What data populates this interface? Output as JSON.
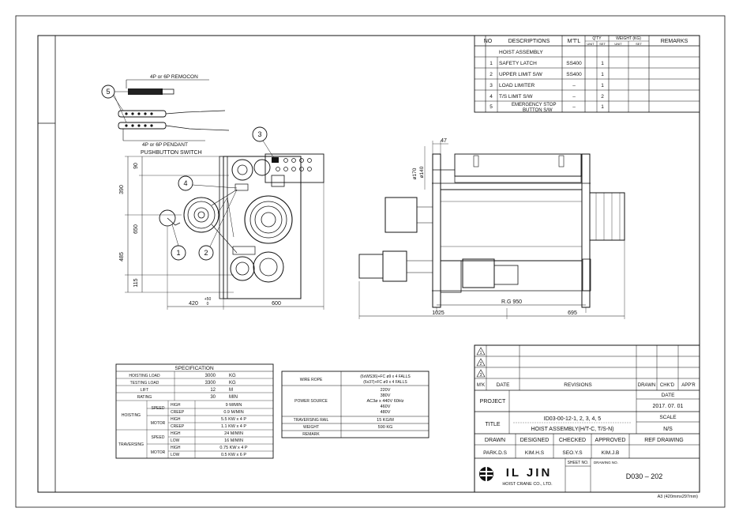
{
  "parts_table": {
    "headers": {
      "no": "NO",
      "descriptions": "DESCRIPTIONS",
      "mtl": "M'T'L",
      "qty": "Q'TY",
      "qty_unit": "UNIT",
      "qty_set": "SET",
      "weight": "WEIGHT (KG)",
      "weight_unit": "UNIT",
      "weight_set": "SET",
      "remarks": "REMARKS"
    },
    "assembly_label": "HOIST ASSEMBLY",
    "rows": [
      {
        "no": "1",
        "desc": "SAFETY LATCH",
        "mtl": "SS400",
        "set": "1"
      },
      {
        "no": "2",
        "desc": "UPPER LIMIT S/W",
        "mtl": "SS400",
        "set": "1"
      },
      {
        "no": "3",
        "desc": "LOAD LIMITER",
        "mtl": "–",
        "set": "1"
      },
      {
        "no": "4",
        "desc": "T/S LIMIT S/W",
        "mtl": "–",
        "set": "2"
      },
      {
        "no": "5",
        "desc": "EMERGENCY STOP",
        "desc2": "BUTTON S/W",
        "mtl": "–",
        "set": "1"
      }
    ]
  },
  "pushbutton": {
    "remocon_label": "4P or 6P REMOCON",
    "pendant_label": "4P or 6P PENDANT",
    "switch_label": "PUSHBUTTON SWITCH",
    "balloon": "5"
  },
  "side_view": {
    "dims": {
      "d90": "90",
      "d390": "390",
      "d650": "650",
      "d485": "485",
      "d115": "115",
      "d420": "420",
      "d420_tol": "+50",
      "d420_tol2": "0",
      "d600": "600"
    },
    "balloons": [
      "1",
      "2",
      "3",
      "4"
    ]
  },
  "front_view": {
    "dims": {
      "d47": "47",
      "d170": "ø170",
      "d140": "ø140",
      "rg": "R.G 950",
      "d1025": "1025",
      "d695": "695"
    }
  },
  "spec": {
    "title": "SPECIFICATION",
    "hoisting_load": {
      "label": "HOISTING LOAD",
      "value": "3000",
      "unit": "KG"
    },
    "testing_load": {
      "label": "TESTING LOAD",
      "value": "3300",
      "unit": "KG"
    },
    "lift": {
      "label": "LIFT",
      "value": "12",
      "unit": "M"
    },
    "rating": {
      "label": "RATING",
      "value": "30",
      "unit": "MIN"
    },
    "hoisting": "HOISTING",
    "traversing": "TRAVERSING",
    "speed": "SPEED",
    "motor": "MOTOR",
    "high": "HIGH",
    "creep": "CREEP",
    "low": "LOW",
    "h_speed_high": "9    M/MIN",
    "h_speed_creep": "0.9   M/MIN",
    "h_motor_high": "5.5 KW x 4 P",
    "h_motor_creep": "1.1 KW x 4 P",
    "t_speed_high": "24   M/MIN",
    "t_speed_low": "16   M/MIN",
    "t_motor_high": "0.75 KW x 4 P",
    "t_motor_low": "0.5 KW x 6 P"
  },
  "spec2": {
    "wire_rope": "WIRE ROPE",
    "wire_rope_v1": "(6xWS36)+FC  ø9 x 4 FALLS",
    "wire_rope_v2": "(6x37)+FC  ø9 x 4 FALLS",
    "power_source": "POWER SOURCE",
    "ps1": "220V",
    "ps2": "380V",
    "ps3": "AC3ø x 440V 60Hz",
    "ps4": "460V",
    "ps5": "480V",
    "traversing_rail": "TRAVERSING RAIL",
    "rail_val": "15     KG/M",
    "weight": "WEIGHT",
    "weight_val": "590     KG",
    "remark": "REMARK"
  },
  "title_block": {
    "rev_marks": [
      "1",
      "2",
      "3"
    ],
    "mk": "M'K",
    "date_h": "DATE",
    "revisions": "REVISIONS",
    "drawn_h": "DRAWN",
    "chkd": "CHK'D",
    "appr": "APP'R",
    "project": "PROJECT",
    "date_label": "DATE",
    "date_value": "2017. 07. 01",
    "title_label": "TITLE",
    "title_line1": "ID03-00-12-1, 2, 3, 4, 5",
    "title_line2": "HOIST ASSEMBLY(H/T-C, T/S-N)",
    "scale_label": "SCALE",
    "scale_value": "N/S",
    "drawn": "DRAWN",
    "designed": "DESIGNED",
    "checked": "CHECKED",
    "approved": "APPROVED",
    "ref_drawing": "REF DRAWING",
    "drawn_by": "PARK.D.S",
    "designed_by": "KIM.H.S",
    "checked_by": "SEO.Y.S",
    "approved_by": "KIM.J.B",
    "company": "IL JIN",
    "company_sub": "HOIST CRANE CO., LTD.",
    "sheet_no": "SHEET NO.",
    "drawing_no_label": "DRAWING NO.",
    "drawing_no": "D030 – 202",
    "paper": "A3 (420mmx297mm)"
  }
}
